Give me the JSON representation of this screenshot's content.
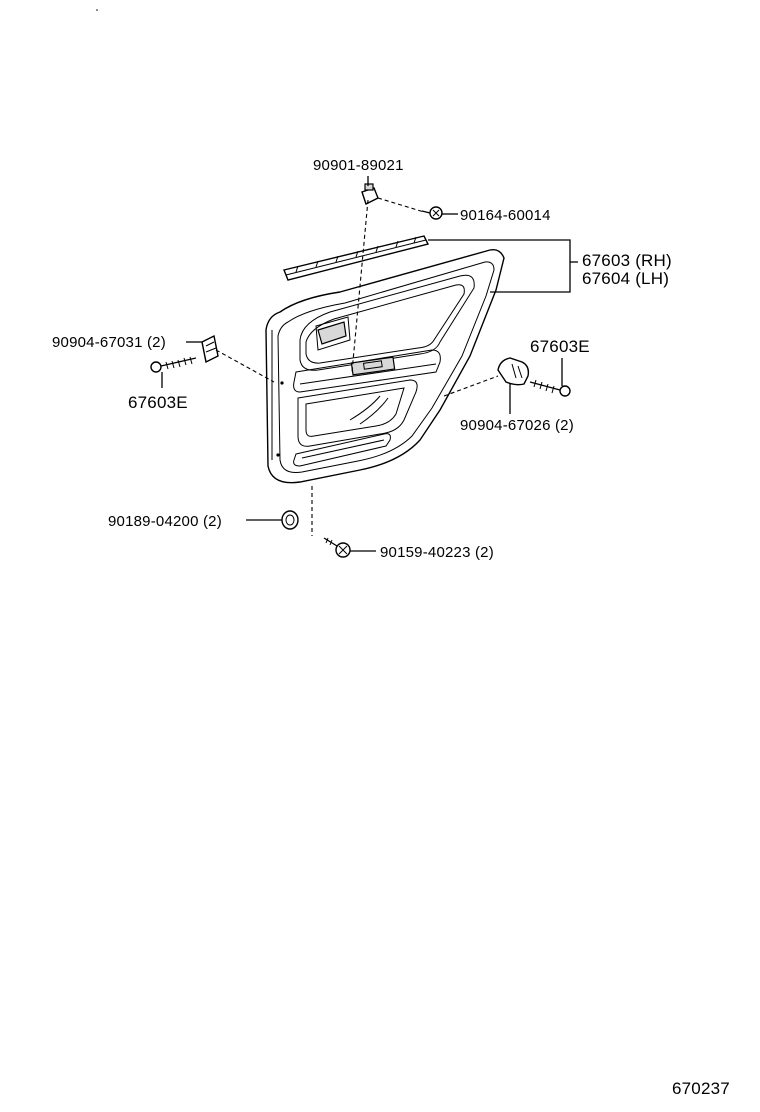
{
  "labels": {
    "p90901_89021": "90901-89021",
    "p90164_60014": "90164-60014",
    "p67603_rh": "67603 (RH)",
    "p67604_lh": "67604 (LH)",
    "p90904_67031": "90904-67031 (2)",
    "p67603e_left": "67603E",
    "p67603e_right": "67603E",
    "p90904_67026": "90904-67026 (2)",
    "p90189_04200": "90189-04200 (2)",
    "p90159_40223": "90159-40223 (2)",
    "illustration_no": "670237"
  }
}
